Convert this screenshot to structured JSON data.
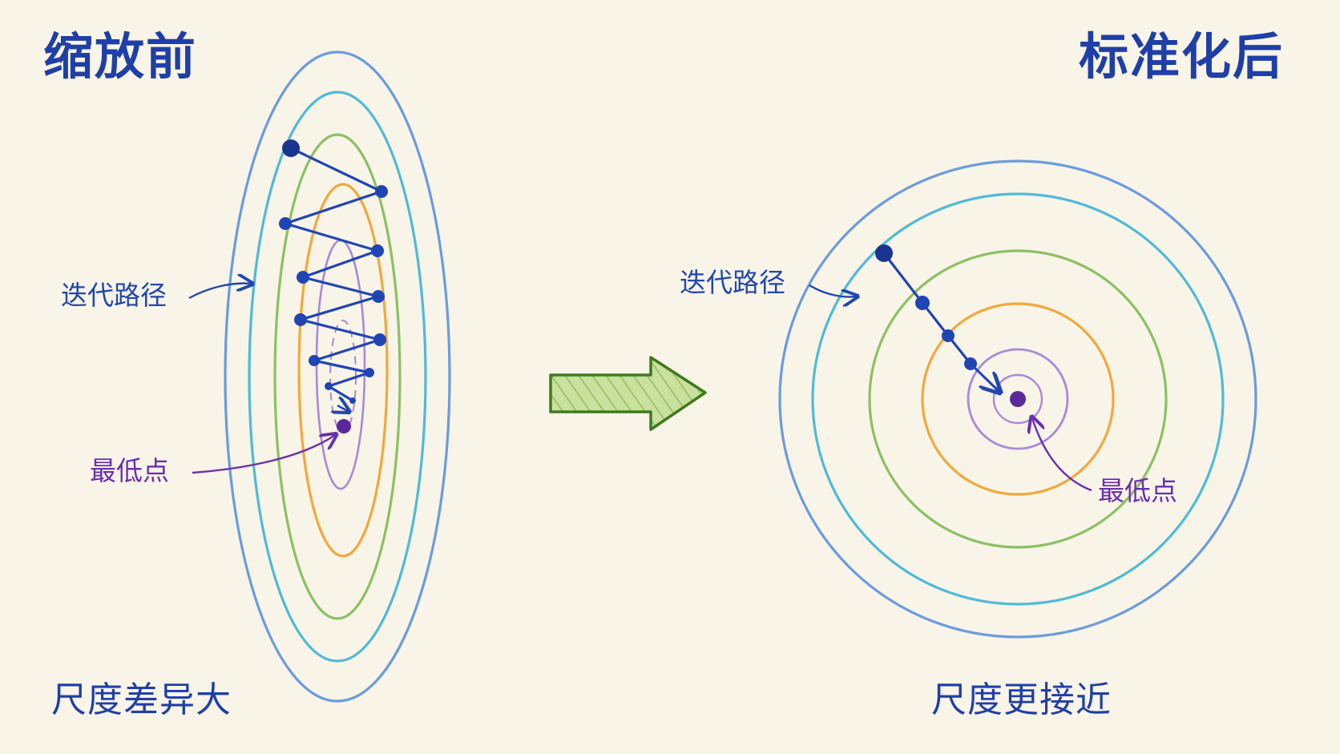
{
  "left_panel": {
    "title": "缩放前",
    "caption": "尺度差异大",
    "path_label": "迭代路径",
    "min_label": "最低点"
  },
  "right_panel": {
    "title": "标准化后",
    "caption": "尺度更接近",
    "path_label": "迭代路径",
    "min_label": "最低点"
  },
  "colors": {
    "background": "#f8f4e8",
    "text_blue": "#1f3fa8",
    "path_blue": "#1f45b5",
    "min_purple": "#5a2a9a",
    "contour_outer_blue": "#6b9be0",
    "contour_cyan": "#4fbad8",
    "contour_green": "#8cc063",
    "contour_orange": "#f2a83c",
    "contour_purple": "#a88ad8",
    "arrow_fill": "#b8d68a",
    "arrow_stroke": "#3f7a1e"
  },
  "icons": {
    "transition_arrow": "right-arrow-icon"
  }
}
